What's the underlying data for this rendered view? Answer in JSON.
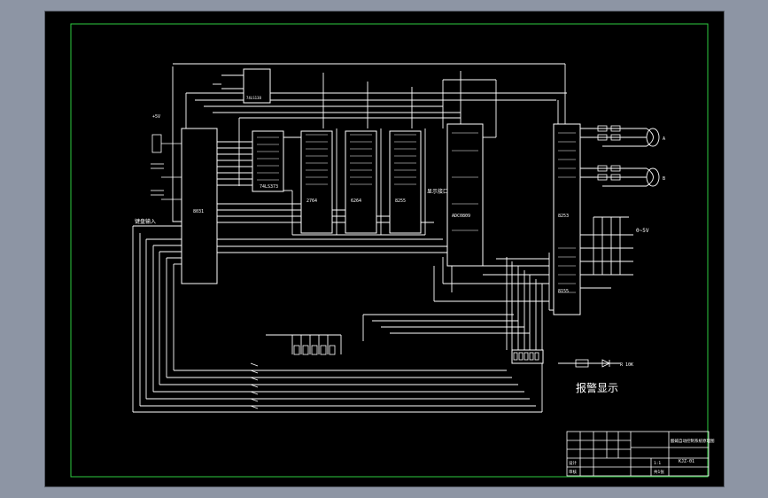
{
  "labels": {
    "power_top_left": "+5V",
    "ic1_name": "8031",
    "ic2_name": "74LS373",
    "ic3_name": "2764",
    "ic4_name": "6264",
    "ic5_name": "8255",
    "ic6_name": "ADC0809",
    "ic7_name": "8253",
    "ic8_name": "8155",
    "ic9_name": "74LS138",
    "keyboard_note": "键盘输入",
    "display_note": "显示接口",
    "alarm_title": "报警显示",
    "range_note": "0~5V",
    "res_note": "R 10K",
    "sensor_a": "A",
    "sensor_b": "B"
  },
  "title_block": {
    "drawing_title": "酸碱自动控制系统原理图",
    "drawing_no": "KJZ-01",
    "designer": "设计",
    "checker": "审核",
    "scale": "1:1",
    "sheet": "共1张"
  },
  "colors": {
    "background": "#000000",
    "frame_line": "#2ecc40",
    "wire": "#ffffff",
    "outer": "#8d95a4"
  }
}
